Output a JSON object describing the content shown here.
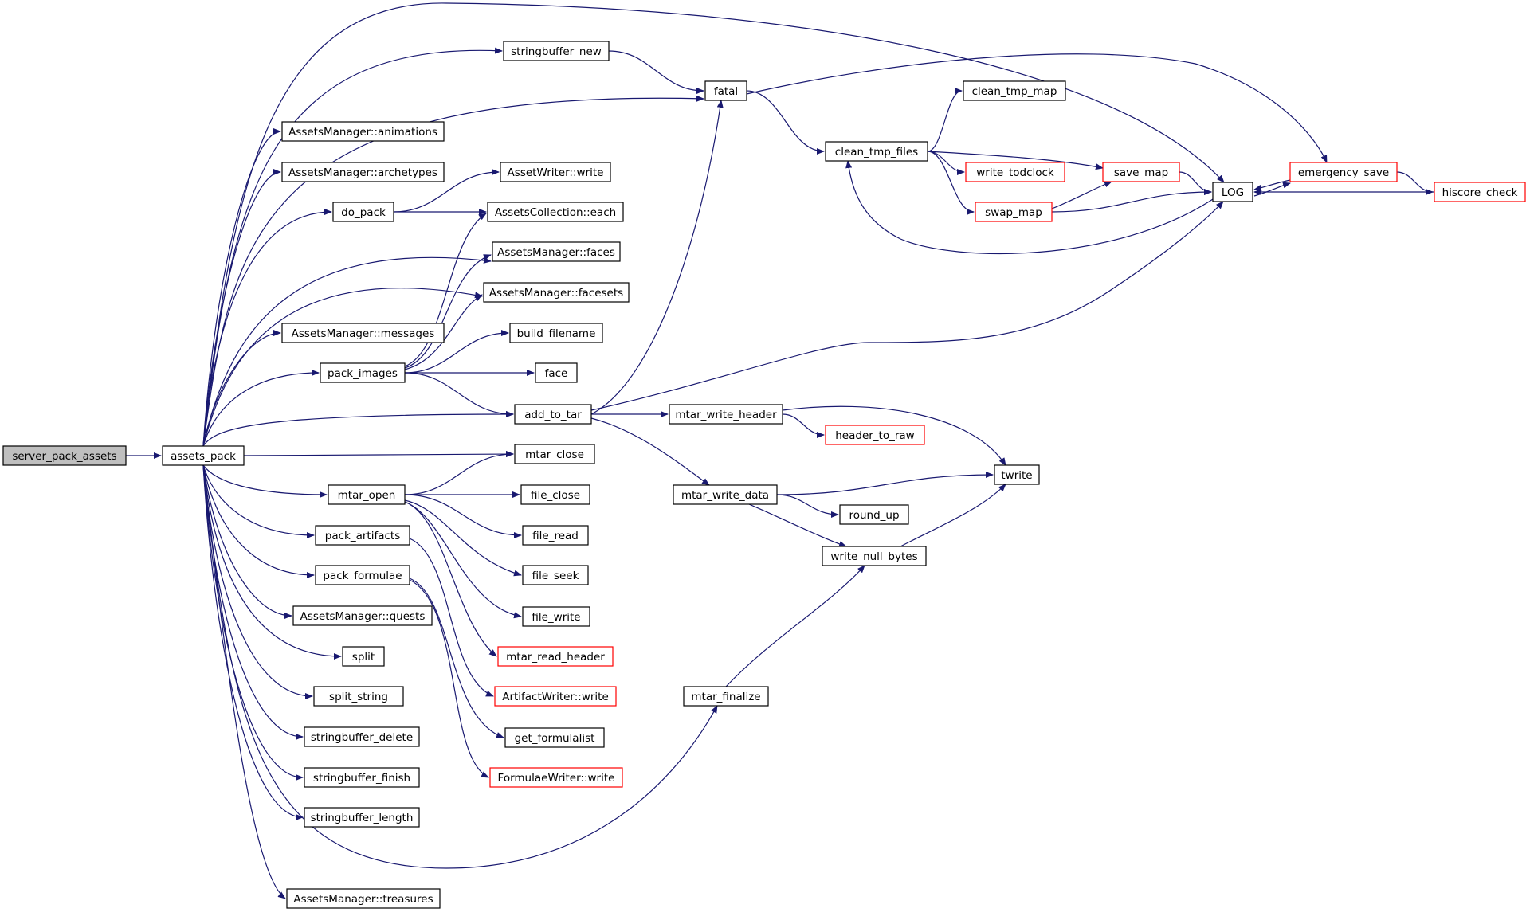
{
  "graph": {
    "colors": {
      "edge": "#191970",
      "node_border": "#000000",
      "incomplete_border": "#ff0000",
      "root_fill": "#bfbfbf"
    },
    "nodes": [
      {
        "id": "server_pack_assets",
        "label": "server_pack_assets",
        "style": "root"
      },
      {
        "id": "assets_pack",
        "label": "assets_pack",
        "style": "normal"
      },
      {
        "id": "stringbuffer_new",
        "label": "stringbuffer_new",
        "style": "normal"
      },
      {
        "id": "fatal",
        "label": "fatal",
        "style": "normal"
      },
      {
        "id": "am_animations",
        "label": "AssetsManager::animations",
        "style": "normal"
      },
      {
        "id": "am_archetypes",
        "label": "AssetsManager::archetypes",
        "style": "normal"
      },
      {
        "id": "do_pack",
        "label": "do_pack",
        "style": "normal"
      },
      {
        "id": "assetwriter_write",
        "label": "AssetWriter::write",
        "style": "normal"
      },
      {
        "id": "ac_each",
        "label": "AssetsCollection::each",
        "style": "normal"
      },
      {
        "id": "am_faces",
        "label": "AssetsManager::faces",
        "style": "normal"
      },
      {
        "id": "am_facesets",
        "label": "AssetsManager::facesets",
        "style": "normal"
      },
      {
        "id": "am_messages",
        "label": "AssetsManager::messages",
        "style": "normal"
      },
      {
        "id": "build_filename",
        "label": "build_filename",
        "style": "normal"
      },
      {
        "id": "pack_images",
        "label": "pack_images",
        "style": "normal"
      },
      {
        "id": "face",
        "label": "face",
        "style": "normal"
      },
      {
        "id": "add_to_tar",
        "label": "add_to_tar",
        "style": "normal"
      },
      {
        "id": "mtar_close",
        "label": "mtar_close",
        "style": "normal"
      },
      {
        "id": "mtar_open",
        "label": "mtar_open",
        "style": "normal"
      },
      {
        "id": "file_close",
        "label": "file_close",
        "style": "normal"
      },
      {
        "id": "pack_artifacts",
        "label": "pack_artifacts",
        "style": "normal"
      },
      {
        "id": "file_read",
        "label": "file_read",
        "style": "normal"
      },
      {
        "id": "pack_formulae",
        "label": "pack_formulae",
        "style": "normal"
      },
      {
        "id": "file_seek",
        "label": "file_seek",
        "style": "normal"
      },
      {
        "id": "am_quests",
        "label": "AssetsManager::quests",
        "style": "normal"
      },
      {
        "id": "file_write",
        "label": "file_write",
        "style": "normal"
      },
      {
        "id": "split",
        "label": "split",
        "style": "normal"
      },
      {
        "id": "mtar_read_header",
        "label": "mtar_read_header",
        "style": "incomplete"
      },
      {
        "id": "split_string",
        "label": "split_string",
        "style": "normal"
      },
      {
        "id": "artifactwriter_write",
        "label": "ArtifactWriter::write",
        "style": "incomplete"
      },
      {
        "id": "stringbuffer_delete",
        "label": "stringbuffer_delete",
        "style": "normal"
      },
      {
        "id": "get_formulalist",
        "label": "get_formulalist",
        "style": "normal"
      },
      {
        "id": "stringbuffer_finish",
        "label": "stringbuffer_finish",
        "style": "normal"
      },
      {
        "id": "formulaewriter_write",
        "label": "FormulaeWriter::write",
        "style": "incomplete"
      },
      {
        "id": "stringbuffer_length",
        "label": "stringbuffer_length",
        "style": "normal"
      },
      {
        "id": "am_treasures",
        "label": "AssetsManager::treasures",
        "style": "normal"
      },
      {
        "id": "clean_tmp_map",
        "label": "clean_tmp_map",
        "style": "normal"
      },
      {
        "id": "clean_tmp_files",
        "label": "clean_tmp_files",
        "style": "normal"
      },
      {
        "id": "write_todclock",
        "label": "write_todclock",
        "style": "incomplete"
      },
      {
        "id": "save_map",
        "label": "save_map",
        "style": "incomplete"
      },
      {
        "id": "swap_map",
        "label": "swap_map",
        "style": "incomplete"
      },
      {
        "id": "LOG",
        "label": "LOG",
        "style": "normal"
      },
      {
        "id": "emergency_save",
        "label": "emergency_save",
        "style": "incomplete"
      },
      {
        "id": "hiscore_check",
        "label": "hiscore_check",
        "style": "incomplete"
      },
      {
        "id": "mtar_write_header",
        "label": "mtar_write_header",
        "style": "normal"
      },
      {
        "id": "header_to_raw",
        "label": "header_to_raw",
        "style": "incomplete"
      },
      {
        "id": "mtar_write_data",
        "label": "mtar_write_data",
        "style": "normal"
      },
      {
        "id": "twrite",
        "label": "twrite",
        "style": "normal"
      },
      {
        "id": "round_up",
        "label": "round_up",
        "style": "normal"
      },
      {
        "id": "write_null_bytes",
        "label": "write_null_bytes",
        "style": "normal"
      },
      {
        "id": "mtar_finalize",
        "label": "mtar_finalize",
        "style": "normal"
      }
    ],
    "edges": [
      [
        "server_pack_assets",
        "assets_pack"
      ],
      [
        "assets_pack",
        "stringbuffer_new"
      ],
      [
        "assets_pack",
        "fatal"
      ],
      [
        "assets_pack",
        "LOG"
      ],
      [
        "assets_pack",
        "am_animations"
      ],
      [
        "assets_pack",
        "am_archetypes"
      ],
      [
        "assets_pack",
        "do_pack"
      ],
      [
        "assets_pack",
        "am_faces"
      ],
      [
        "assets_pack",
        "am_facesets"
      ],
      [
        "assets_pack",
        "am_messages"
      ],
      [
        "assets_pack",
        "pack_images"
      ],
      [
        "assets_pack",
        "add_to_tar"
      ],
      [
        "assets_pack",
        "mtar_close"
      ],
      [
        "assets_pack",
        "mtar_open"
      ],
      [
        "assets_pack",
        "pack_artifacts"
      ],
      [
        "assets_pack",
        "pack_formulae"
      ],
      [
        "assets_pack",
        "am_quests"
      ],
      [
        "assets_pack",
        "split"
      ],
      [
        "assets_pack",
        "split_string"
      ],
      [
        "assets_pack",
        "stringbuffer_delete"
      ],
      [
        "assets_pack",
        "stringbuffer_finish"
      ],
      [
        "assets_pack",
        "stringbuffer_length"
      ],
      [
        "assets_pack",
        "am_treasures"
      ],
      [
        "assets_pack",
        "mtar_finalize"
      ],
      [
        "stringbuffer_new",
        "fatal"
      ],
      [
        "fatal",
        "clean_tmp_files"
      ],
      [
        "fatal",
        "emergency_save"
      ],
      [
        "do_pack",
        "assetwriter_write"
      ],
      [
        "do_pack",
        "ac_each"
      ],
      [
        "pack_images",
        "ac_each"
      ],
      [
        "pack_images",
        "am_faces"
      ],
      [
        "pack_images",
        "am_facesets"
      ],
      [
        "pack_images",
        "build_filename"
      ],
      [
        "pack_images",
        "face"
      ],
      [
        "pack_images",
        "add_to_tar"
      ],
      [
        "add_to_tar",
        "fatal"
      ],
      [
        "add_to_tar",
        "LOG"
      ],
      [
        "add_to_tar",
        "mtar_write_header"
      ],
      [
        "add_to_tar",
        "mtar_write_data"
      ],
      [
        "mtar_open",
        "mtar_close"
      ],
      [
        "mtar_open",
        "file_close"
      ],
      [
        "mtar_open",
        "file_read"
      ],
      [
        "mtar_open",
        "file_seek"
      ],
      [
        "mtar_open",
        "file_write"
      ],
      [
        "mtar_open",
        "mtar_read_header"
      ],
      [
        "pack_artifacts",
        "artifactwriter_write"
      ],
      [
        "pack_formulae",
        "get_formulalist"
      ],
      [
        "pack_formulae",
        "formulaewriter_write"
      ],
      [
        "clean_tmp_files",
        "clean_tmp_map"
      ],
      [
        "clean_tmp_files",
        "write_todclock"
      ],
      [
        "clean_tmp_files",
        "save_map"
      ],
      [
        "clean_tmp_files",
        "swap_map"
      ],
      [
        "swap_map",
        "save_map"
      ],
      [
        "swap_map",
        "LOG"
      ],
      [
        "save_map",
        "LOG"
      ],
      [
        "LOG",
        "clean_tmp_files"
      ],
      [
        "LOG",
        "emergency_save"
      ],
      [
        "emergency_save",
        "LOG"
      ],
      [
        "emergency_save",
        "hiscore_check"
      ],
      [
        "hiscore_check",
        "LOG"
      ],
      [
        "mtar_write_header",
        "header_to_raw"
      ],
      [
        "mtar_write_header",
        "twrite"
      ],
      [
        "mtar_write_data",
        "twrite"
      ],
      [
        "mtar_write_data",
        "round_up"
      ],
      [
        "mtar_write_data",
        "write_null_bytes"
      ],
      [
        "write_null_bytes",
        "twrite"
      ],
      [
        "mtar_finalize",
        "write_null_bytes"
      ]
    ]
  }
}
